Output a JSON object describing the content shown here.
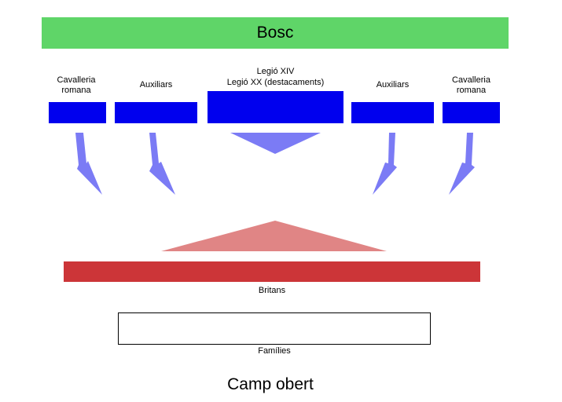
{
  "forest": {
    "label": "Bosc",
    "color": "#5fd568"
  },
  "roman_units": [
    {
      "label": "Cavalleria romana"
    },
    {
      "label": "Auxiliars"
    },
    {
      "label_line1": "Legió XIV",
      "label_line2": "Legió XX (destacaments)"
    },
    {
      "label": "Auxiliars"
    },
    {
      "label": "Cavalleria romana"
    }
  ],
  "roman_color": "#0000ee",
  "arrow_color": "#7b7bf5",
  "britons": {
    "label": "Britans",
    "color": "#cc3538",
    "wedge_color": "#e08585"
  },
  "families": {
    "label": "Famílies"
  },
  "open_field": {
    "label": "Camp obert"
  }
}
